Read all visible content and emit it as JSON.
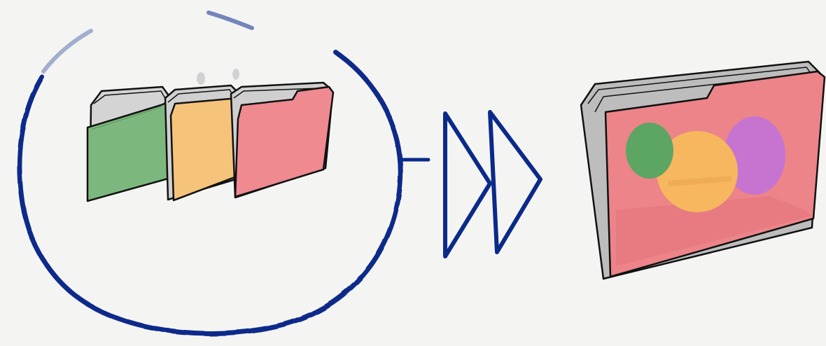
{
  "scene": {
    "background_color": "#f4f4f3",
    "ink_color": "#0a2a8a",
    "outline_color": "#111111",
    "sheet_color": "#bdbdbd",
    "left_group": {
      "icon": "three-folders-icon",
      "folders": [
        {
          "name": "green-folder",
          "color": "#7cb87e"
        },
        {
          "name": "orange-folder",
          "color": "#f6c37a"
        },
        {
          "name": "pink-folder",
          "color": "#ee8a90"
        }
      ]
    },
    "arrow": {
      "icon": "double-chevron-right-icon"
    },
    "right_group": {
      "icon": "merged-folder-icon",
      "folder_color": "#ec8489",
      "circles": [
        {
          "name": "green-circle",
          "color": "#5da563"
        },
        {
          "name": "orange-circle",
          "color": "#f6b75f"
        },
        {
          "name": "purple-circle",
          "color": "#c774d0"
        }
      ]
    }
  }
}
